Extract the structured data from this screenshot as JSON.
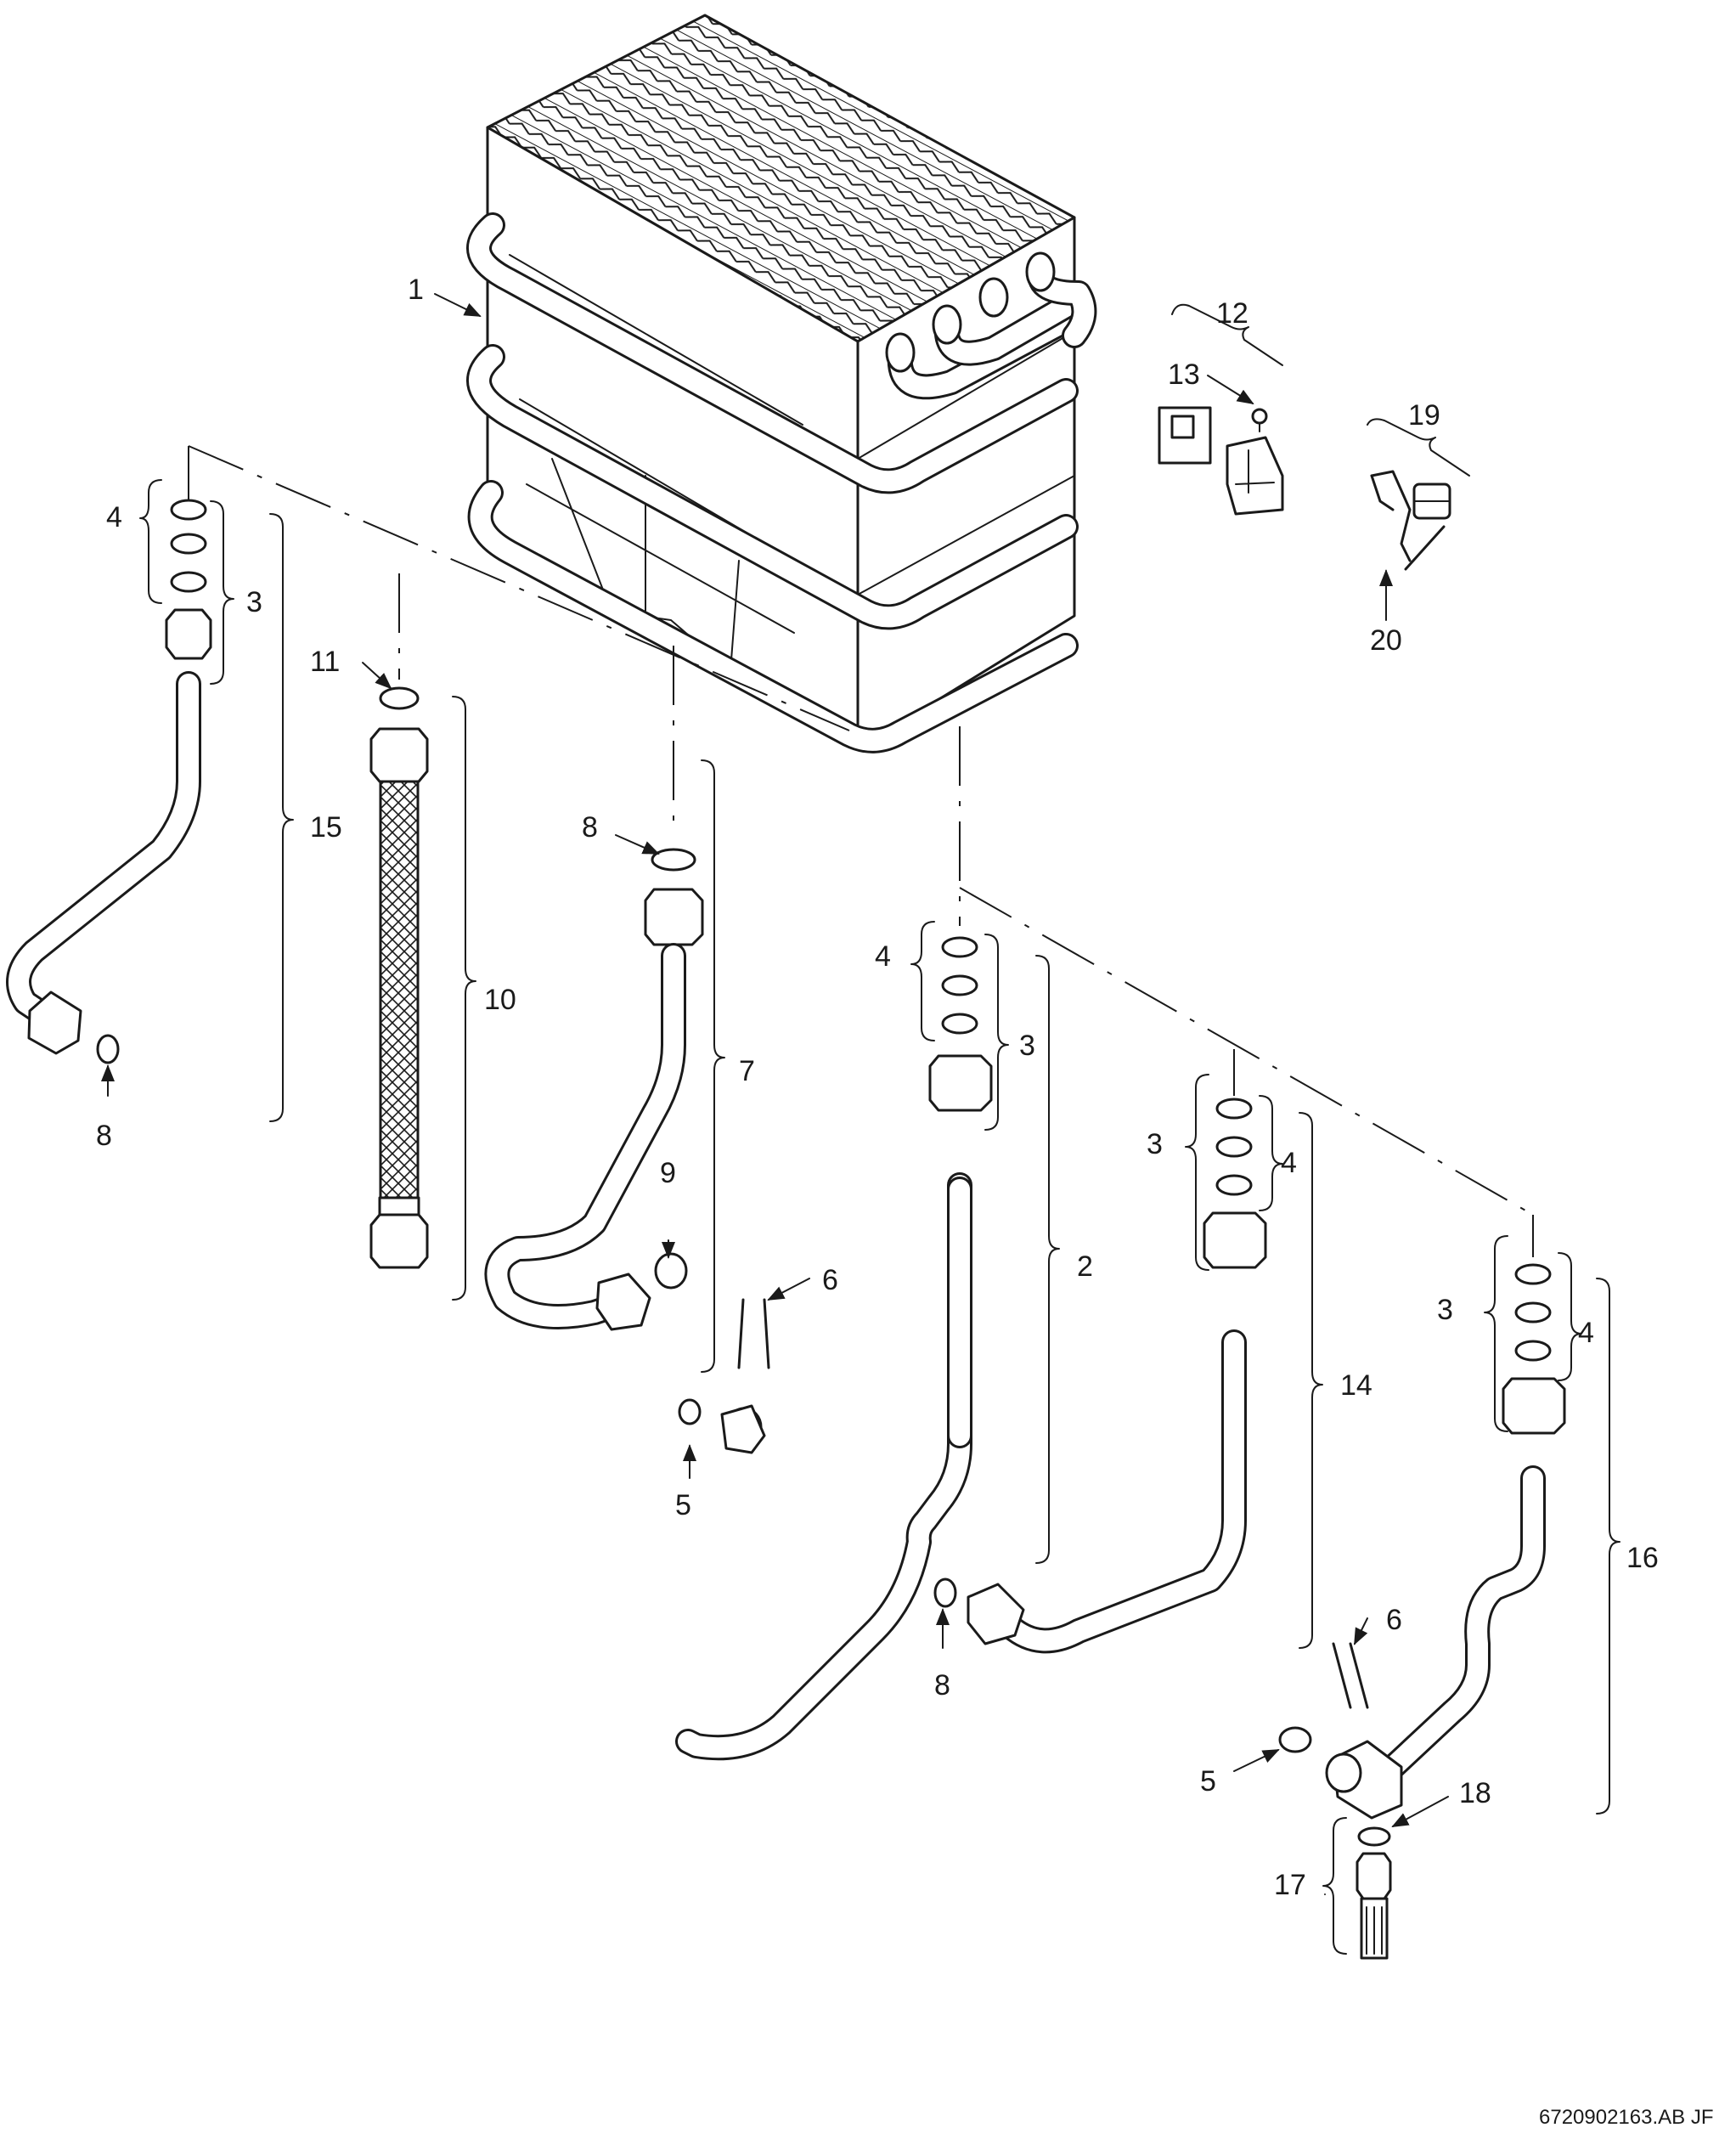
{
  "labels": {
    "l1": "1",
    "l2": "2",
    "l3a": "3",
    "l3b": "3",
    "l3c": "3",
    "l3d": "3",
    "l4a": "4",
    "l4b": "4",
    "l4c": "4",
    "l4d": "4",
    "l5a": "5",
    "l5b": "5",
    "l6a": "6",
    "l6b": "6",
    "l7": "7",
    "l8a": "8",
    "l8b": "8",
    "l8c": "8",
    "l9": "9",
    "l10": "10",
    "l11": "11",
    "l12": "12",
    "l13": "13",
    "l14": "14",
    "l15": "15",
    "l16": "16",
    "l17": "17",
    "l18": "18",
    "l19": "19",
    "l20": "20"
  },
  "reference": "6720902163.AB  JF"
}
